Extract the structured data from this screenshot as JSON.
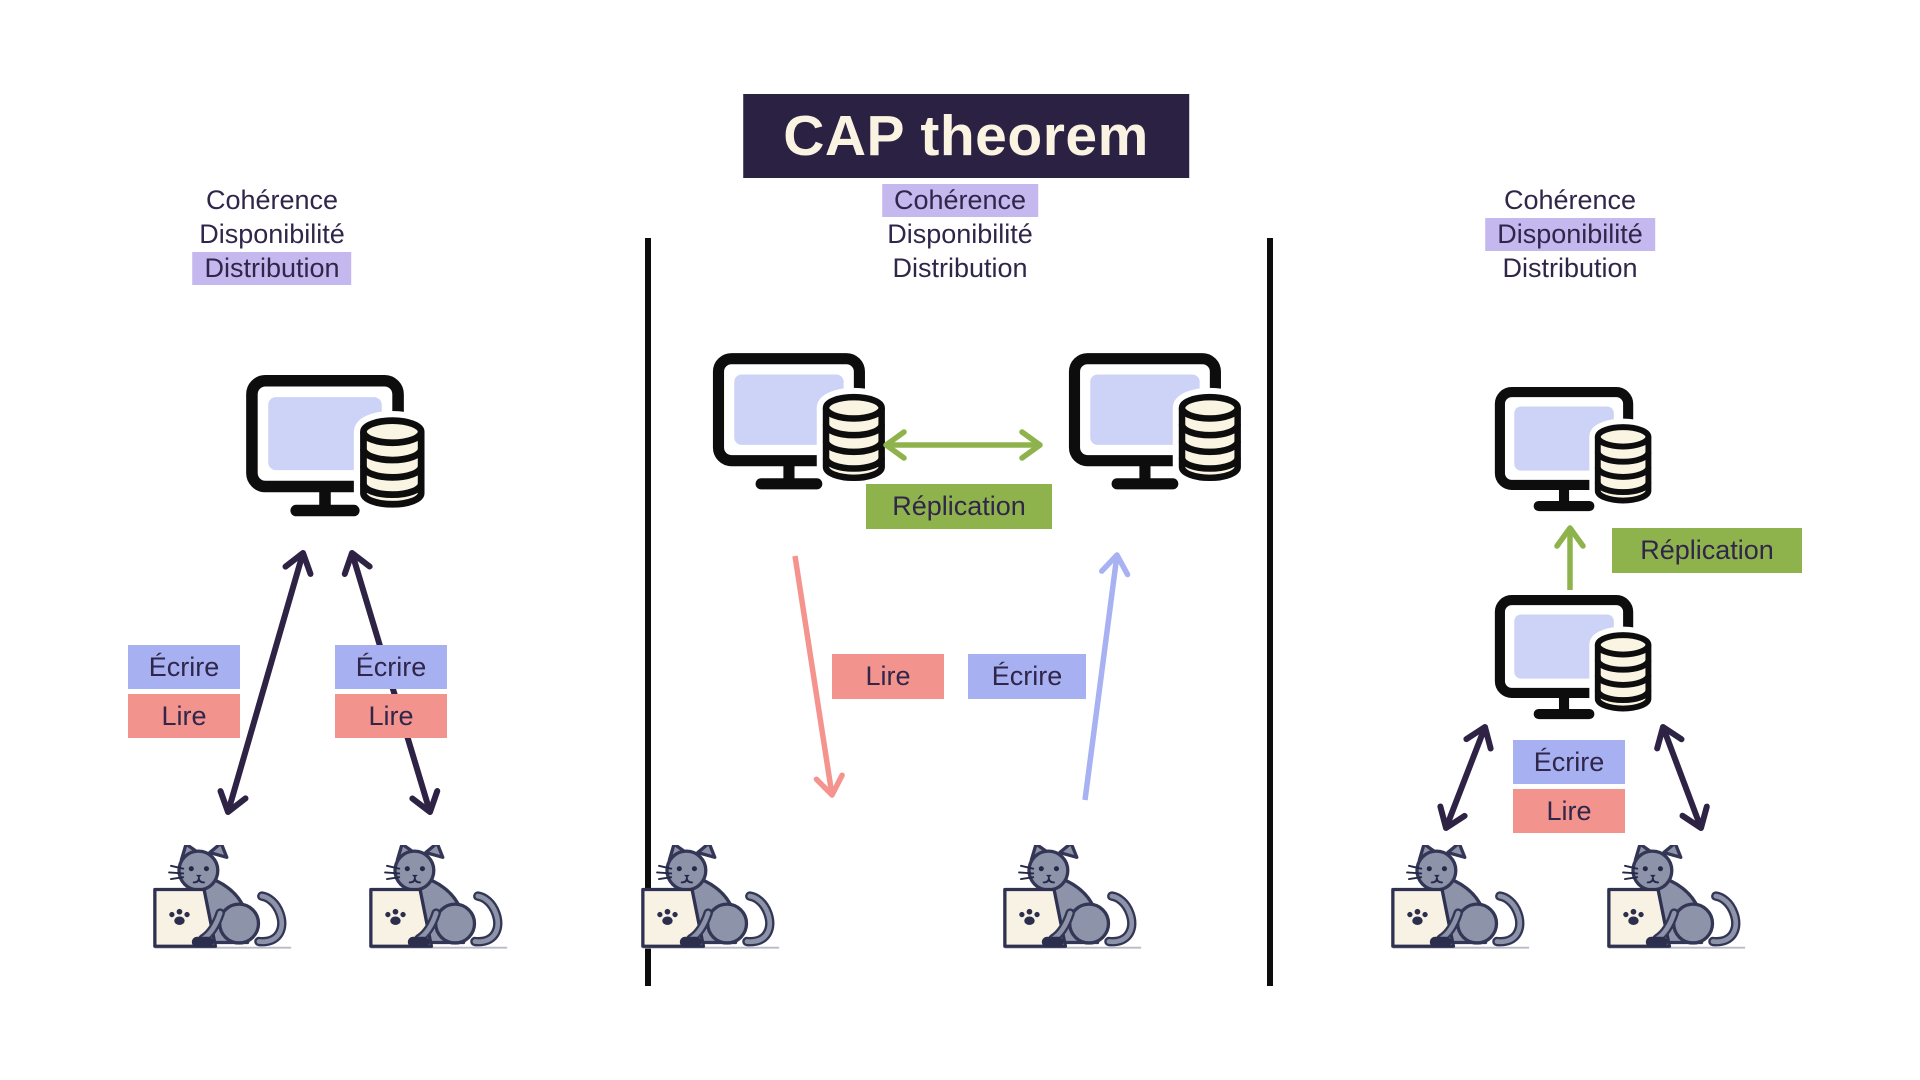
{
  "title": "CAP theorem",
  "colors": {
    "title_bg": "#2b2142",
    "title_text": "#faf3e1",
    "text_dark": "#30264a",
    "highlight_lavender": "#c5b8ef",
    "chip_blue": "#a7b0f0",
    "chip_red": "#f2938e",
    "chip_green": "#8fb34c",
    "arrow_dark": "#2e2344",
    "arrow_red": "#f5948e",
    "arrow_blue": "#a8b1f2",
    "arrow_green": "#8fb34c",
    "screen_fill": "#ccd3f7",
    "database_fill": "#faf4e2",
    "cat_gray": "#8d93a8"
  },
  "icons": {
    "server": "computer-with-database-icon",
    "client": "cat-at-laptop-icon"
  },
  "panels": [
    {
      "name": "distribution",
      "legend": [
        {
          "label": "Cohérence",
          "highlighted": false
        },
        {
          "label": "Disponibilité",
          "highlighted": false
        },
        {
          "label": "Distribution",
          "highlighted": true
        }
      ],
      "chips": {
        "left_write": "Écrire",
        "left_read": "Lire",
        "right_write": "Écrire",
        "right_read": "Lire"
      }
    },
    {
      "name": "coherence",
      "legend": [
        {
          "label": "Cohérence",
          "highlighted": true
        },
        {
          "label": "Disponibilité",
          "highlighted": false
        },
        {
          "label": "Distribution",
          "highlighted": false
        }
      ],
      "chips": {
        "replication": "Réplication",
        "read": "Lire",
        "write": "Écrire"
      }
    },
    {
      "name": "disponibilite",
      "legend": [
        {
          "label": "Cohérence",
          "highlighted": false
        },
        {
          "label": "Disponibilité",
          "highlighted": true
        },
        {
          "label": "Distribution",
          "highlighted": false
        }
      ],
      "chips": {
        "replication": "Réplication",
        "write": "Écrire",
        "read": "Lire"
      }
    }
  ]
}
